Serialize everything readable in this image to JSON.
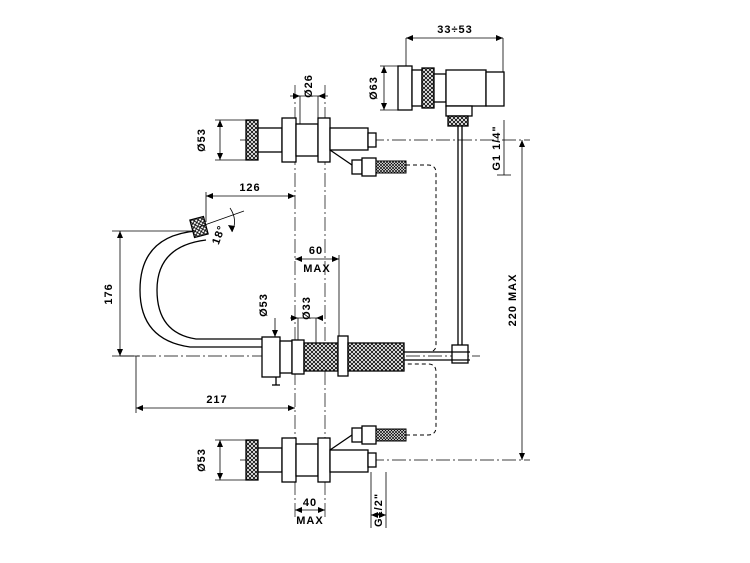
{
  "dimensions": {
    "d33_53": "33÷53",
    "d63": "Ø63",
    "d26": "Ø26",
    "d53_top": "Ø53",
    "g1_1_4": "G1 1/4\"",
    "d126": "126",
    "d18deg": "18°",
    "d60": "60",
    "max_60": "MAX",
    "d176": "176",
    "d53_mid": "Ø53",
    "d33": "Ø33",
    "d220max": "220 MAX",
    "d217": "217",
    "d53_bot": "Ø53",
    "d40": "40",
    "max_40": "MAX",
    "g1_2": "G1/2\""
  }
}
